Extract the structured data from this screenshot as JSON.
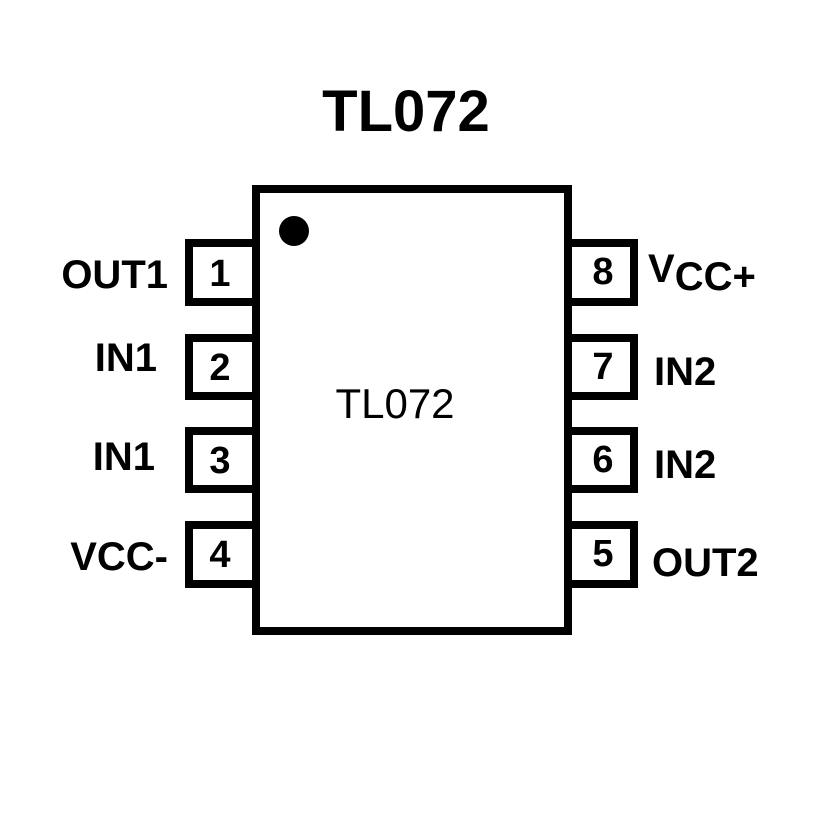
{
  "title": "TL072",
  "chip": {
    "label": "TL072",
    "pin1_marker": "dot",
    "colors": {
      "stroke": "#000000",
      "fill": "#ffffff"
    }
  },
  "pins": {
    "left": [
      {
        "number": "1",
        "label": "OUT1"
      },
      {
        "number": "2",
        "label": "IN1"
      },
      {
        "number": "3",
        "label": "IN1"
      },
      {
        "number": "4",
        "label": "VCC-"
      }
    ],
    "right": [
      {
        "number": "8",
        "label_main": "V",
        "label_sub": "CC+"
      },
      {
        "number": "7",
        "label": "IN2"
      },
      {
        "number": "6",
        "label": "IN2"
      },
      {
        "number": "5",
        "label": "OUT2"
      }
    ]
  }
}
